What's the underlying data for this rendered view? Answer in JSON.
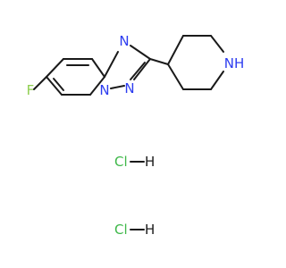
{
  "molecule": {
    "atoms": {
      "fluorine": "F",
      "ring_n1": "N",
      "ring_n2": "N",
      "ring_n3": "N",
      "piperidine_nh": "NH"
    },
    "salts": [
      {
        "cl": "Cl",
        "h": "H"
      },
      {
        "cl": "Cl",
        "h": "H"
      }
    ]
  },
  "colors": {
    "bond": "#1a1a1a",
    "fluorine": "#8fcf4f",
    "nitrogen": "#2c3cf0",
    "chlorine": "#3fb84a",
    "hydrogen": "#1a1a1a"
  }
}
